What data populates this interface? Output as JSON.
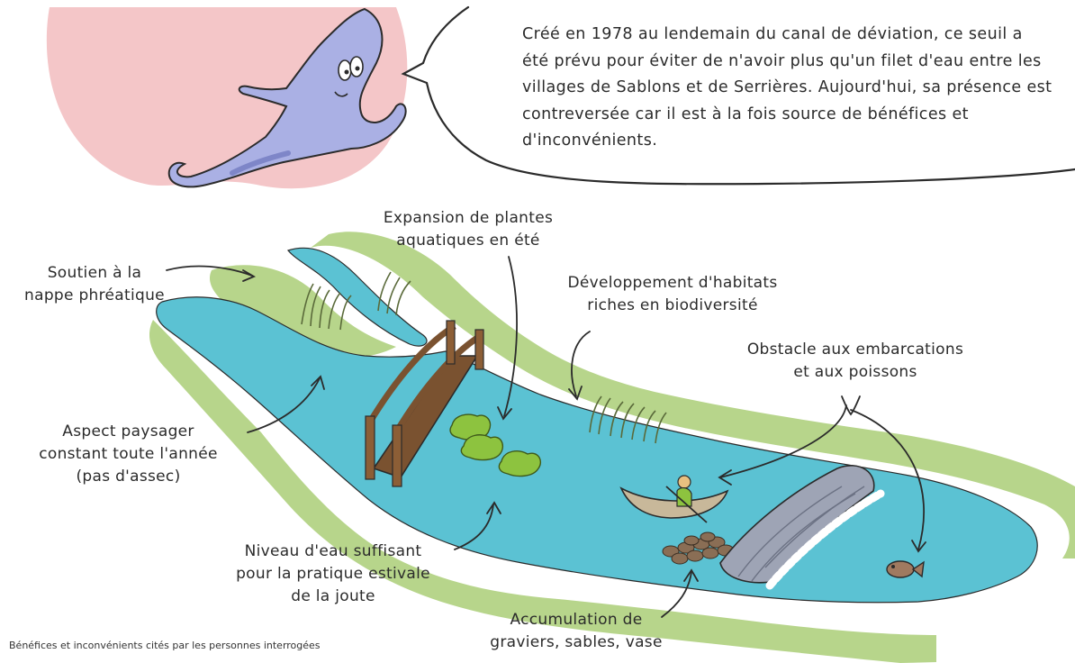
{
  "speech_text": "Créé en 1978 au lendemain du canal de déviation, ce seuil a été prévu pour éviter de n'avoir plus qu'un filet d'eau entre les villages de Sablons et de Serrières. Aujourd'hui, sa présence est contreversée car il est à la fois source de bénéfices et d'inconvénients.",
  "labels": {
    "nappe_line1": "Soutien à la",
    "nappe_line2": "nappe phréatique",
    "plantes_line1": "Expansion de plantes",
    "plantes_line2": "aquatiques en été",
    "habitats_line1": "Développement d'habitats",
    "habitats_line2": "riches en biodiversité",
    "obstacle_line1": "Obstacle aux embarcations",
    "obstacle_line2": "et aux poissons",
    "paysage_line1": "Aspect paysager",
    "paysage_line2": "constant toute l'année",
    "paysage_line3": "(pas d'assec)",
    "joute_line1": "Niveau d'eau suffisant",
    "joute_line2": "pour la pratique estivale",
    "joute_line3": "de la joute",
    "graviers_line1": "Accumulation de",
    "graviers_line2": "graviers, sables, vase"
  },
  "footnote": "Bénéfices et inconvénients cités par les personnes interrogées",
  "colors": {
    "water": "#5bc2d3",
    "bank": "#b7d58b",
    "blob_bg": "#f4c6c8",
    "character": "#aab0e4",
    "bridge": "#7a5230",
    "ink": "#2b2b2b"
  }
}
